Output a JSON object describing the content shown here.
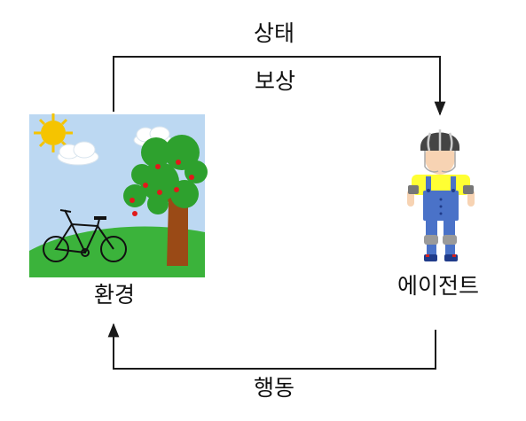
{
  "labels": {
    "state": "상태",
    "reward": "보상",
    "environment": "환경",
    "agent": "에이전트",
    "action": "행동"
  },
  "colors": {
    "arrow": "#1a1a1a",
    "sky": "#bcd8f2",
    "sun": "#f5c400",
    "grass": "#3bb33b",
    "trunk": "#9a4a16",
    "foliage": "#2ea12e",
    "apple": "#e01a1a",
    "helmet": "#444444",
    "shirt": "#ffff33",
    "overalls": "#4a72c8",
    "skin": "#f7d3b3"
  }
}
